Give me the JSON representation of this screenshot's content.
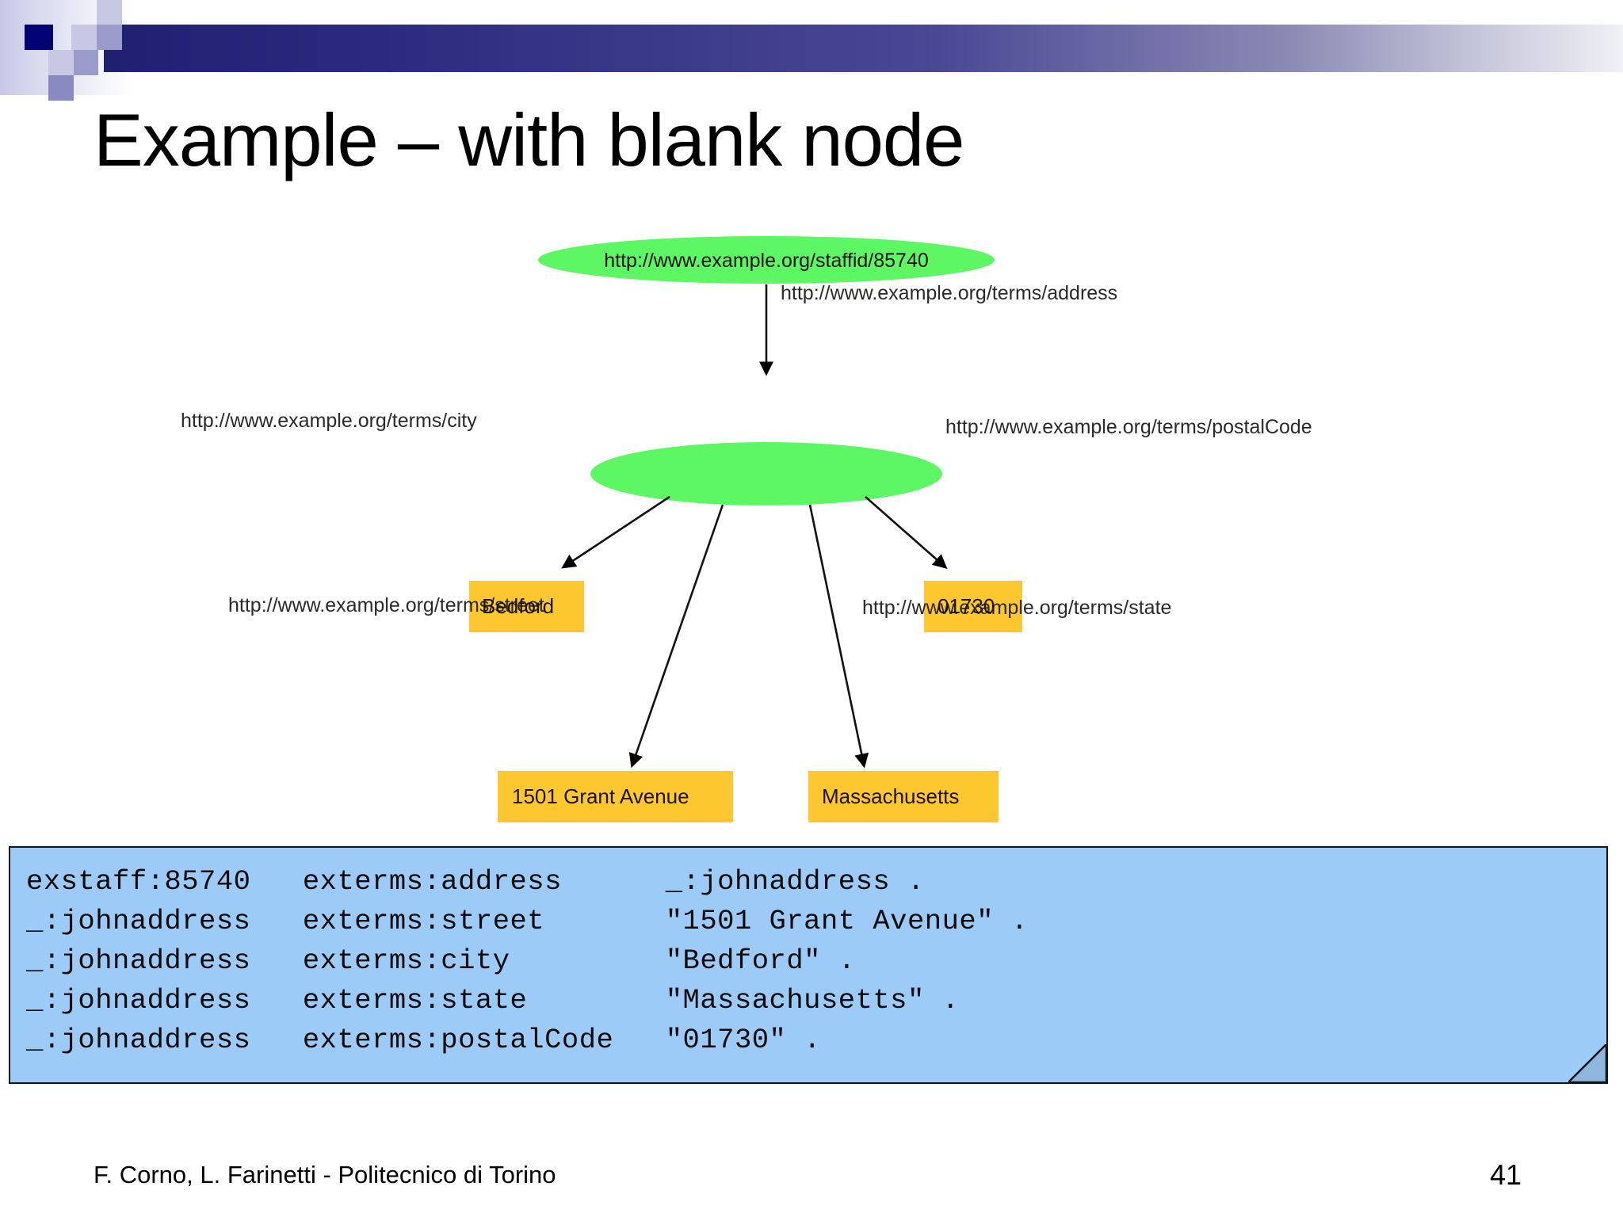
{
  "slide": {
    "title": "Example – with blank node",
    "page_number": "41",
    "footer": "F. Corno, L. Farinetti - Politecnico di Torino",
    "accent_navy": "#020275",
    "accent_bar_from": "#201f72",
    "accent_bar_to": "#f0f0f6",
    "code_bg": "#9DCBF7",
    "node_green": "#5DF763",
    "literal_gold": "#FCC72F"
  },
  "graph": {
    "subject_node": "http://www.example.org/staffid/85740",
    "blank_node": "",
    "predicates": {
      "address": "http://www.example.org/terms/address",
      "city": "http://www.example.org/terms/city",
      "postalCode": "http://www.example.org/terms/postalCode",
      "street": "http://www.example.org/terms/street",
      "state": "http://www.example.org/terms/state"
    },
    "literals": {
      "city": "Bedford",
      "postalCode": "01730",
      "street": "1501 Grant Avenue",
      "state": "Massachusetts"
    }
  },
  "code": {
    "lines": [
      "exstaff:85740   exterms:address      _:johnaddress .",
      "_:johnaddress   exterms:street       \"1501 Grant Avenue\" .",
      "_:johnaddress   exterms:city         \"Bedford\" .",
      "_:johnaddress   exterms:state        \"Massachusetts\" .",
      "_:johnaddress   exterms:postalCode   \"01730\" ."
    ],
    "text": "exstaff:85740   exterms:address      _:johnaddress .\n_:johnaddress   exterms:street       \"1501 Grant Avenue\" .\n_:johnaddress   exterms:city         \"Bedford\" .\n_:johnaddress   exterms:state        \"Massachusetts\" .\n_:johnaddress   exterms:postalCode   \"01730\" ."
  }
}
